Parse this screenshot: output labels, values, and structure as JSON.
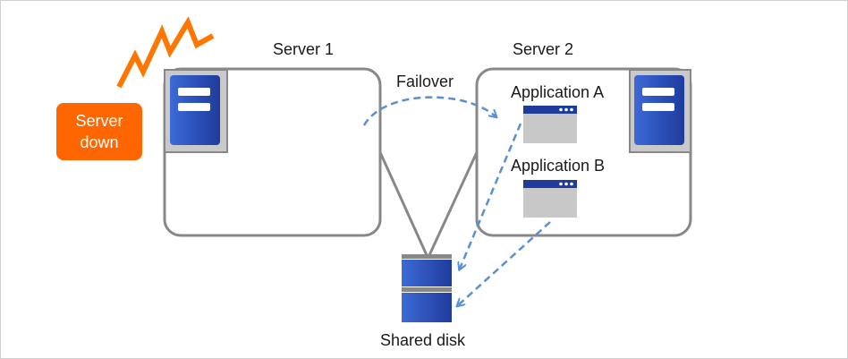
{
  "server1": {
    "label": "Server 1"
  },
  "server2": {
    "label": "Server 2"
  },
  "failover": {
    "label": "Failover"
  },
  "app_a": {
    "label": "Application A"
  },
  "app_b": {
    "label": "Application B"
  },
  "shared_disk": {
    "label": "Shared disk"
  },
  "server_down": {
    "line1": "Server",
    "line2": "down"
  },
  "colors": {
    "border": "#888888",
    "server_blue": "#1f3c9c",
    "server_blue_light": "#3d6ad6",
    "window_bar": "#1f3c9c",
    "window_body": "#c8c8c8",
    "arrow": "#5a8fd0",
    "warning_orange": "#ff6600",
    "bolt_orange": "#ff7700"
  }
}
